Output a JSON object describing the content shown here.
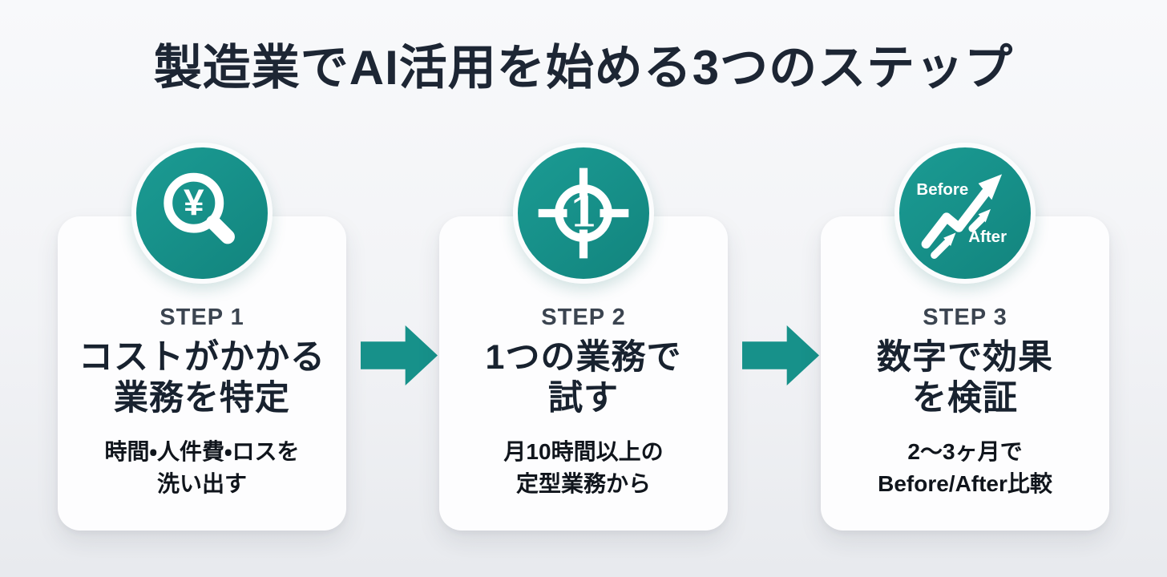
{
  "title": "製造業でAI活用を始める3つのステップ",
  "colors": {
    "teal": "#17918a",
    "title_text": "#1d2634",
    "step_label_text": "#3b4450",
    "card_title_text": "#18222f",
    "body_text": "#10151c",
    "card_bg": "#fdfdfe",
    "bg_top": "#f8f9fb",
    "bg_bottom": "#e8eaee",
    "icon_glyph": "#ffffff"
  },
  "steps": [
    {
      "label": "STEP 1",
      "icon": "yen-magnifier-icon",
      "icon_symbol": "¥",
      "title_line1": "コストがかかる",
      "title_line2": "業務を特定",
      "sub_line1": "時間・人件費・ロスを",
      "sub_line2": "洗い出す"
    },
    {
      "label": "STEP 2",
      "icon": "target-number-one-icon",
      "icon_symbol": "1",
      "title_line1": "1つの業務で",
      "title_line2": "試す",
      "sub_line1": "月10時間以上の",
      "sub_line2": "定型業務から"
    },
    {
      "label": "STEP 3",
      "icon": "before-after-growth-icon",
      "icon_before_label": "Before",
      "icon_after_label": "After",
      "title_line1": "数字で効果",
      "title_line2": "を検証",
      "sub_line1": "2〜3ヶ月で",
      "sub_line2": "Before/After比較"
    }
  ]
}
